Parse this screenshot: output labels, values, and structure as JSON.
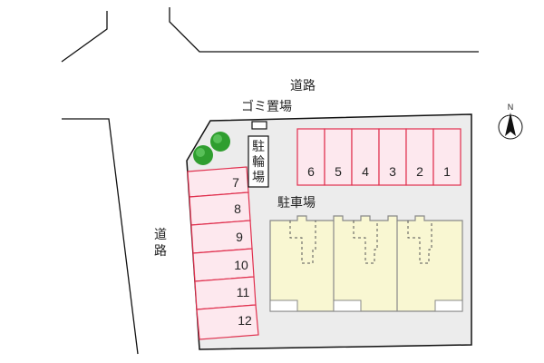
{
  "labels": {
    "road_top": "道路",
    "road_left": "道路",
    "garbage": "ゴミ置場",
    "bicycle_parking": "駐輪場",
    "parking_lot": "駐車場",
    "north": "N"
  },
  "parking_spaces_top": [
    "6",
    "5",
    "4",
    "3",
    "2",
    "1"
  ],
  "parking_spaces_left": [
    "7",
    "8",
    "9",
    "10",
    "11",
    "12"
  ],
  "building": {
    "units": 3
  },
  "colors": {
    "lot": "#ececec",
    "lot_border": "#111111",
    "space_fill": "#fde8ee",
    "space_border": "#e0304e",
    "building": "#f9f7d2",
    "building_border": "#888888",
    "tree": "#2f9e2f",
    "road_line": "#111111"
  }
}
